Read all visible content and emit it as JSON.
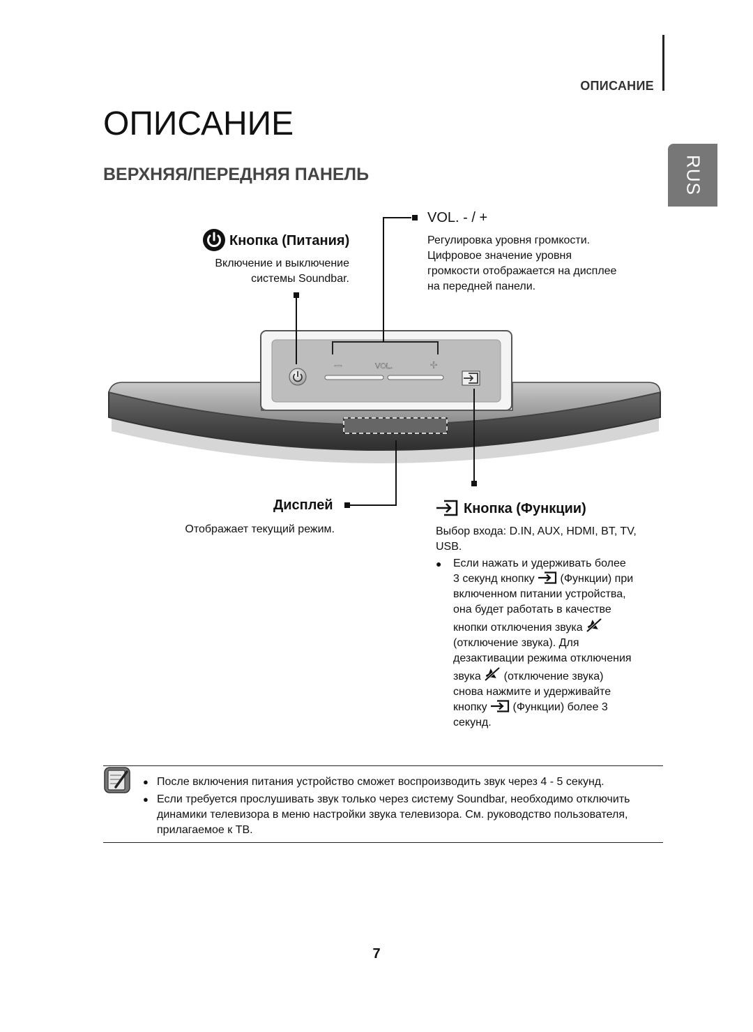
{
  "header": {
    "section_label": "ОПИСАНИЕ",
    "lang_tab": "RUS"
  },
  "page_title": "ОПИСАНИЕ",
  "section_title": "ВЕРХНЯЯ/ПЕРЕДНЯЯ ПАНЕЛЬ",
  "callouts": {
    "vol": {
      "label": "VOL. - / +",
      "lines": [
        "Регулировка уровня громкости.",
        "Цифровое значение уровня",
        "громкости отображается на дисплее",
        "на передней панели."
      ]
    },
    "power": {
      "label": "Кнопка (Питания)",
      "lines": [
        "Включение и выключение",
        "системы Soundbar."
      ]
    },
    "display": {
      "label": "Дисплей",
      "desc": "Отображает текущий режим."
    },
    "function": {
      "label": "Кнопка (Функции)",
      "lines": [
        "Выбор входа: D.IN, AUX, HDMI, BT, TV,",
        "USB."
      ],
      "bullet_lines": {
        "l1": "Если нажать и удерживать более",
        "l2a": "3 секунд кнопку",
        "l2b": "(Функции) при",
        "l3": "включенном питании устройства,",
        "l4": "она будет работать в качестве",
        "l5": "кнопки отключения звука",
        "l6": "(отключение звука). Для",
        "l7": "дезактивации режима отключения",
        "l8a": "звука",
        "l8b": "(отключение звука)",
        "l9": "снова нажмите и удерживайте",
        "l10a": "кнопку",
        "l10b": "(Функции) более 3",
        "l11": "секунд."
      }
    }
  },
  "device_panel": {
    "vol_text": "VOL.",
    "minus": "–",
    "plus": "+"
  },
  "notes": [
    "После включения питания устройство сможет воспроизводить звук через 4 - 5 секунд.",
    "Если требуется прослушивать звук только через систему Soundbar, необходимо отключить динамики телевизора в меню настройки звука телевизора. См. руководство пользователя, прилагаемое к ТВ."
  ],
  "bullet_symbol": "●",
  "page_number": "7"
}
